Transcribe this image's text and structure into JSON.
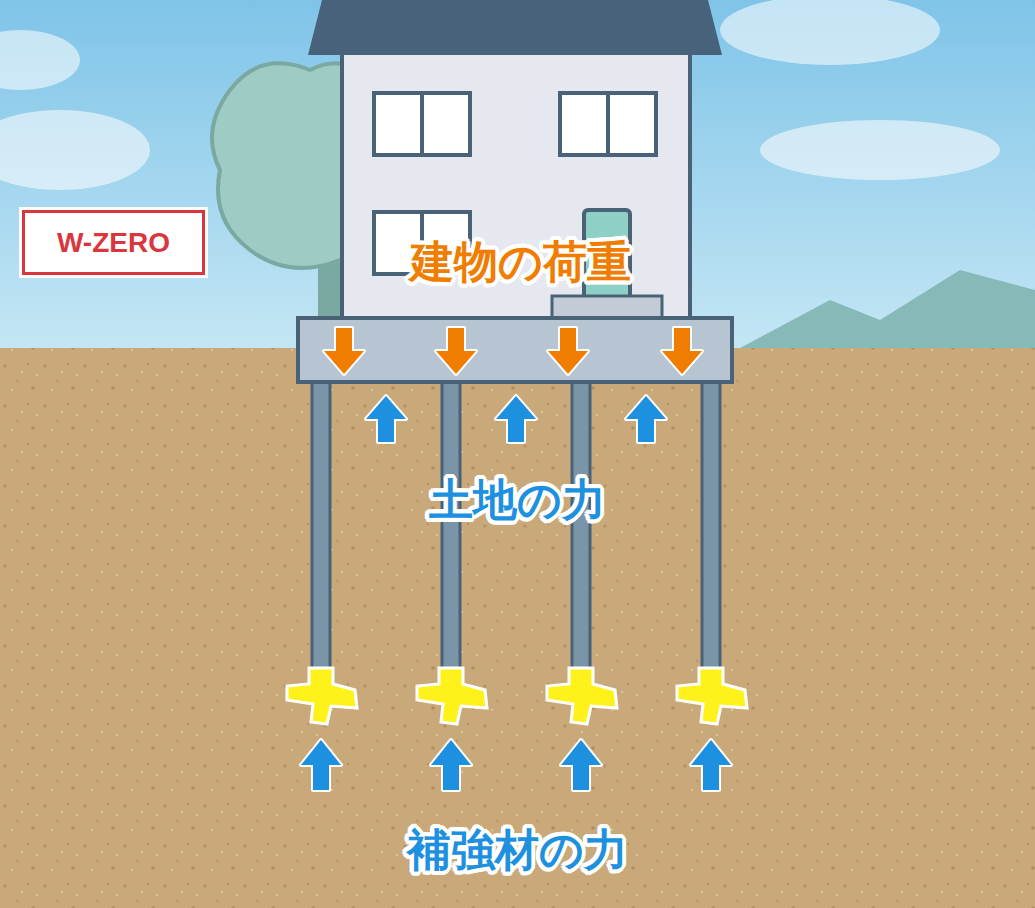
{
  "diagram": {
    "nodes": [
      {
        "text": [
          "W-ZERO"
        ]
      }
    ],
    "labels": [
      "建物の荷重",
      "土地の力",
      "補強材の力"
    ]
  }
}
